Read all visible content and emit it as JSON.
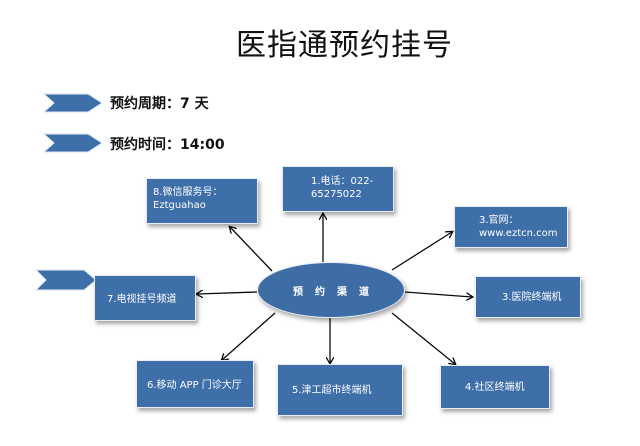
{
  "title": "医指通预约挂号",
  "info": {
    "period": "预约周期：7 天",
    "time": "预约时间：14:00"
  },
  "center": {
    "label": "预约渠道"
  },
  "channels": {
    "phone": {
      "line1": "1.电话：022-",
      "line2": "65275022"
    },
    "website": {
      "line1": "3.官网：",
      "line2": "www.eztcn.com"
    },
    "hospital": {
      "line1": "3.医院终端机"
    },
    "community": {
      "line1": "4.社区终端机"
    },
    "supermarket": {
      "line1": "5.津工超市终端机"
    },
    "app": {
      "line1": "6.移动 APP 门诊大厅"
    },
    "tv": {
      "line1": "7.电视挂号频道"
    },
    "wechat": {
      "line1": "8.微信服务号：",
      "line2": "Eztguahao"
    }
  },
  "colors": {
    "box_fill": "#3f6fa8",
    "connector": "#0a0a0a",
    "pointer": "#3f6fa8"
  }
}
